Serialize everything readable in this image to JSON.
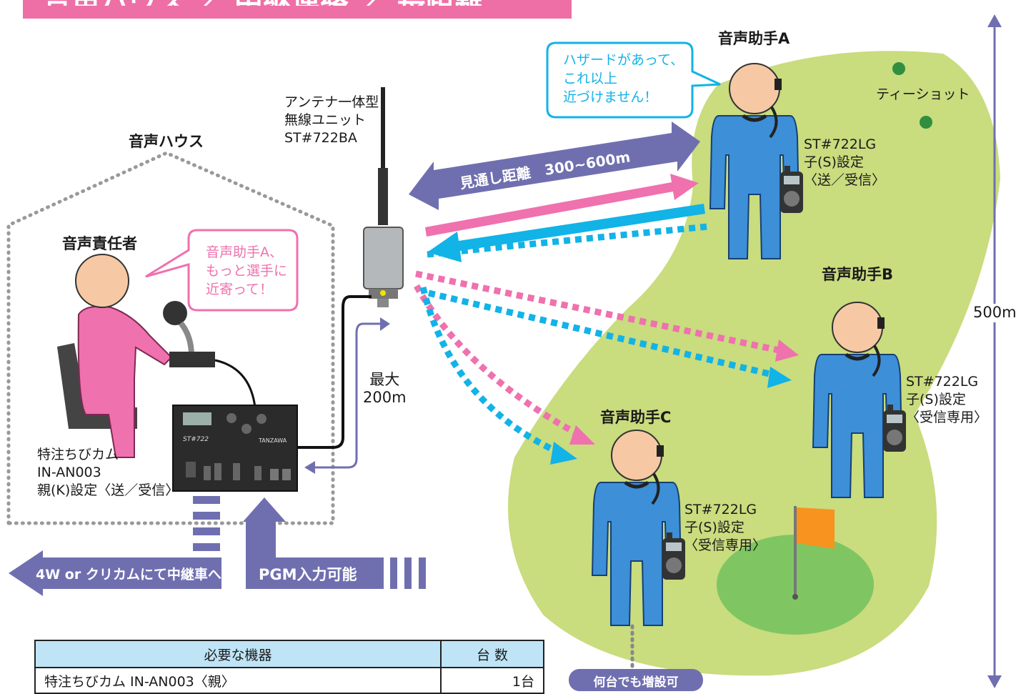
{
  "header": {
    "title": "音声ハウス ／ 中継連絡 ／ 長距離"
  },
  "house": {
    "label": "音声ハウス"
  },
  "director": {
    "label": "音声責任者",
    "speech": "音声助手A、\nもっと選手に\n近寄って！",
    "device": "特注ちびカム\nIN-AN003\n親(K)設定〈送／受信〉"
  },
  "antenna": {
    "label": "アンテナ一体型\n無線ユニット\nST#722BA"
  },
  "cable": {
    "label": "最大\n200m"
  },
  "console_panel": {
    "model": "ST#722",
    "brand": "TANZAWA"
  },
  "arrows": {
    "line_of_sight": "見通し距離　300~600m",
    "relay": "4W or クリカムにて中継車へ",
    "pgm": "PGM入力可能"
  },
  "assistants": [
    {
      "name": "音声助手A",
      "device": "ST#722LG\n子(S)設定\n〈送／受信〉",
      "speech": "ハザードがあって、\nこれ以上\n近づけません！"
    },
    {
      "name": "音声助手B",
      "device": "ST#722LG\n子(S)設定\n〈受信専用〉"
    },
    {
      "name": "音声助手C",
      "device": "ST#722LG\n子(S)設定\n〈受信専用〉"
    }
  ],
  "course": {
    "tee_shot": "ティーショット"
  },
  "distance": {
    "label": "500m"
  },
  "expand_badge": "何台でも増設可",
  "equipment_table": {
    "headers": [
      "必要な機器",
      "台 数"
    ],
    "rows": [
      {
        "item": "特注ちびカム IN-AN003〈親〉",
        "count": "1台"
      }
    ]
  },
  "colors": {
    "banner": "#ee6fa6",
    "arrow_purple": "#6f6fb0",
    "arrow_pink": "#ef71ae",
    "arrow_cyan": "#12b3e6",
    "worker_blue": "#3d8fd8",
    "skin": "#f6c9a4",
    "fairway": "#c9dc7e",
    "green": "#7fc663",
    "table_header": "#bfe4f6"
  }
}
